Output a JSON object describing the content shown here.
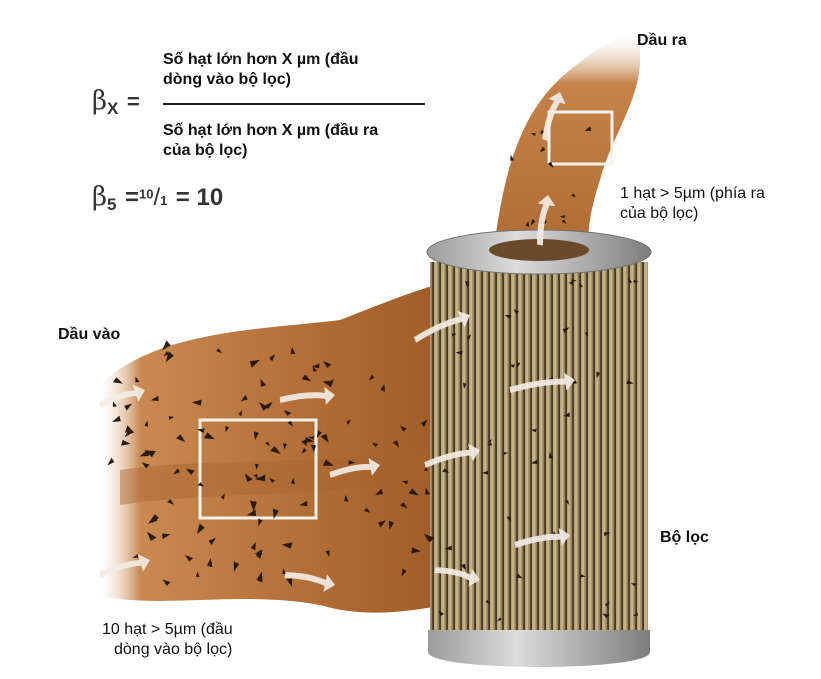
{
  "formula": {
    "beta_symbol": "β",
    "beta_x_sub": "X",
    "equals": "=",
    "numerator": "Số hạt lớn hơn X µm (đầu dòng vào bộ lọc)",
    "numerator_line1": "Số hạt lớn hơn X µm (đầu",
    "numerator_line2": "dòng vào bộ lọc)",
    "denominator_line1": "Số hạt lớn hơn X µm (đầu ra",
    "denominator_line2": "của bộ lọc)",
    "beta5_sub": "5",
    "beta5_rest": "=",
    "beta5_num": "10",
    "beta5_den": "1",
    "beta5_result": "= 10"
  },
  "labels": {
    "oil_out": "Dầu ra",
    "oil_in": "Dầu vào",
    "filter": "Bộ lọc",
    "outlet_count_line1": "1 hạt > 5µm (phía ra",
    "outlet_count_line2": "của bộ lọc)",
    "inlet_count_line1": "10 hạt > 5µm (đầu",
    "inlet_count_line2": "dòng vào bộ lọc)"
  },
  "colors": {
    "oil": "#b8733a",
    "oil_dark": "#9a5a26",
    "filter_pleat_light": "#c9b98f",
    "filter_pleat_dark": "#5e4f31",
    "arrow": "#f3ece4",
    "particle": "#2a1a10"
  }
}
